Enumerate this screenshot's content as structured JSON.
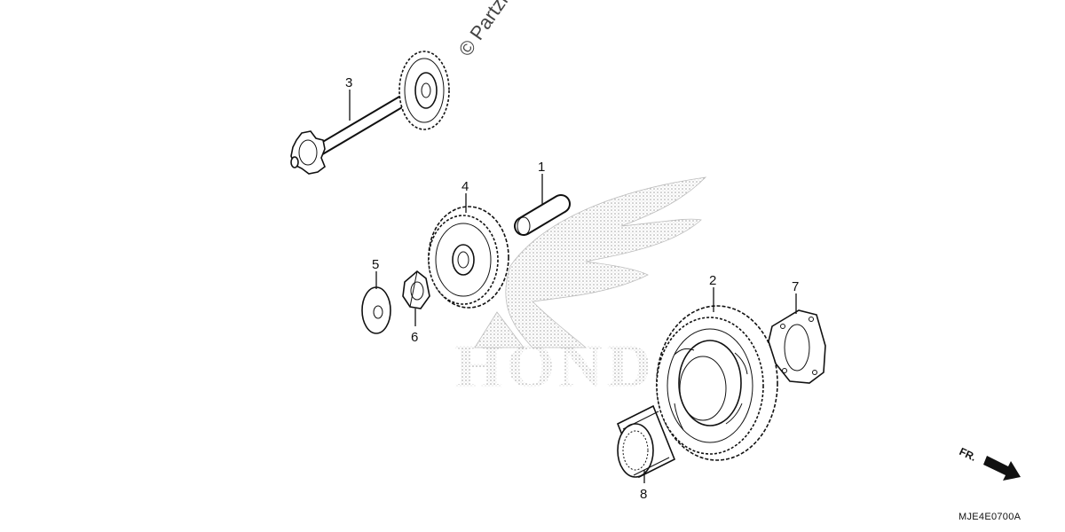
{
  "watermark": "© Partzilla",
  "brand_text": "HONDA",
  "diagram_code": "MJE4E0700A",
  "direction_label": "FR.",
  "callouts": [
    {
      "id": "1",
      "label": "1"
    },
    {
      "id": "2",
      "label": "2"
    },
    {
      "id": "3",
      "label": "3"
    },
    {
      "id": "4",
      "label": "4"
    },
    {
      "id": "5",
      "label": "5"
    },
    {
      "id": "6",
      "label": "6"
    },
    {
      "id": "7",
      "label": "7"
    },
    {
      "id": "8",
      "label": "8"
    }
  ]
}
